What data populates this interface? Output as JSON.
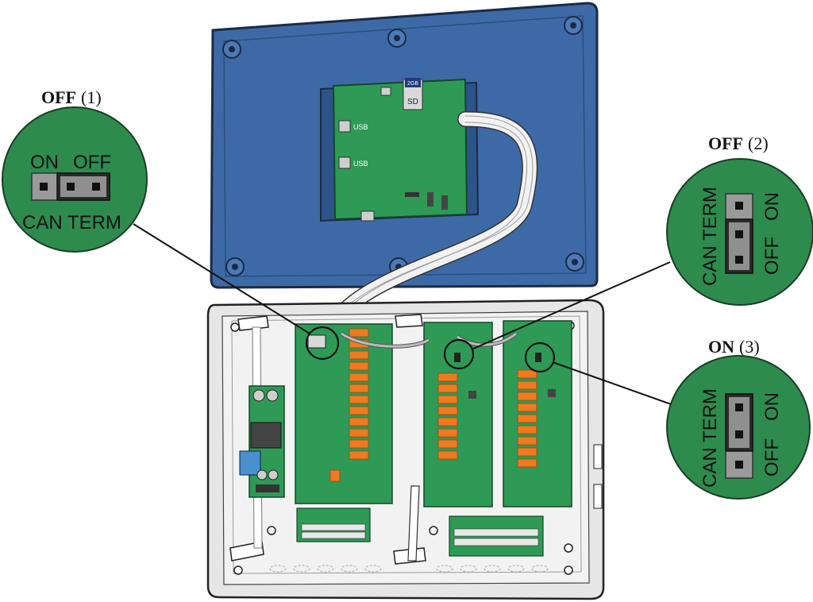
{
  "callouts": {
    "c1": {
      "state": "OFF",
      "num": "(1)",
      "pin_left": "ON",
      "pin_right": "OFF",
      "caption": "CAN TERM"
    },
    "c2": {
      "state": "OFF",
      "num": "(2)",
      "pin_top": "ON",
      "pin_bottom": "OFF",
      "caption": "CAN TERM"
    },
    "c3": {
      "state": "ON",
      "num": "(3)",
      "pin_top": "ON",
      "pin_bottom": "OFF",
      "caption": "CAN TERM"
    }
  },
  "display_board": {
    "usb_label_1": "USB",
    "usb_label_2": "USB",
    "sd_label": "SD",
    "sd_card_text": "2GB"
  },
  "colors": {
    "lid_blue": "#3d6aa6",
    "pcb_green": "#2e9a55",
    "callout_green": "#2e8b4e",
    "relay_orange": "#f07a20",
    "enclosure_grey": "#e6e6e6"
  }
}
